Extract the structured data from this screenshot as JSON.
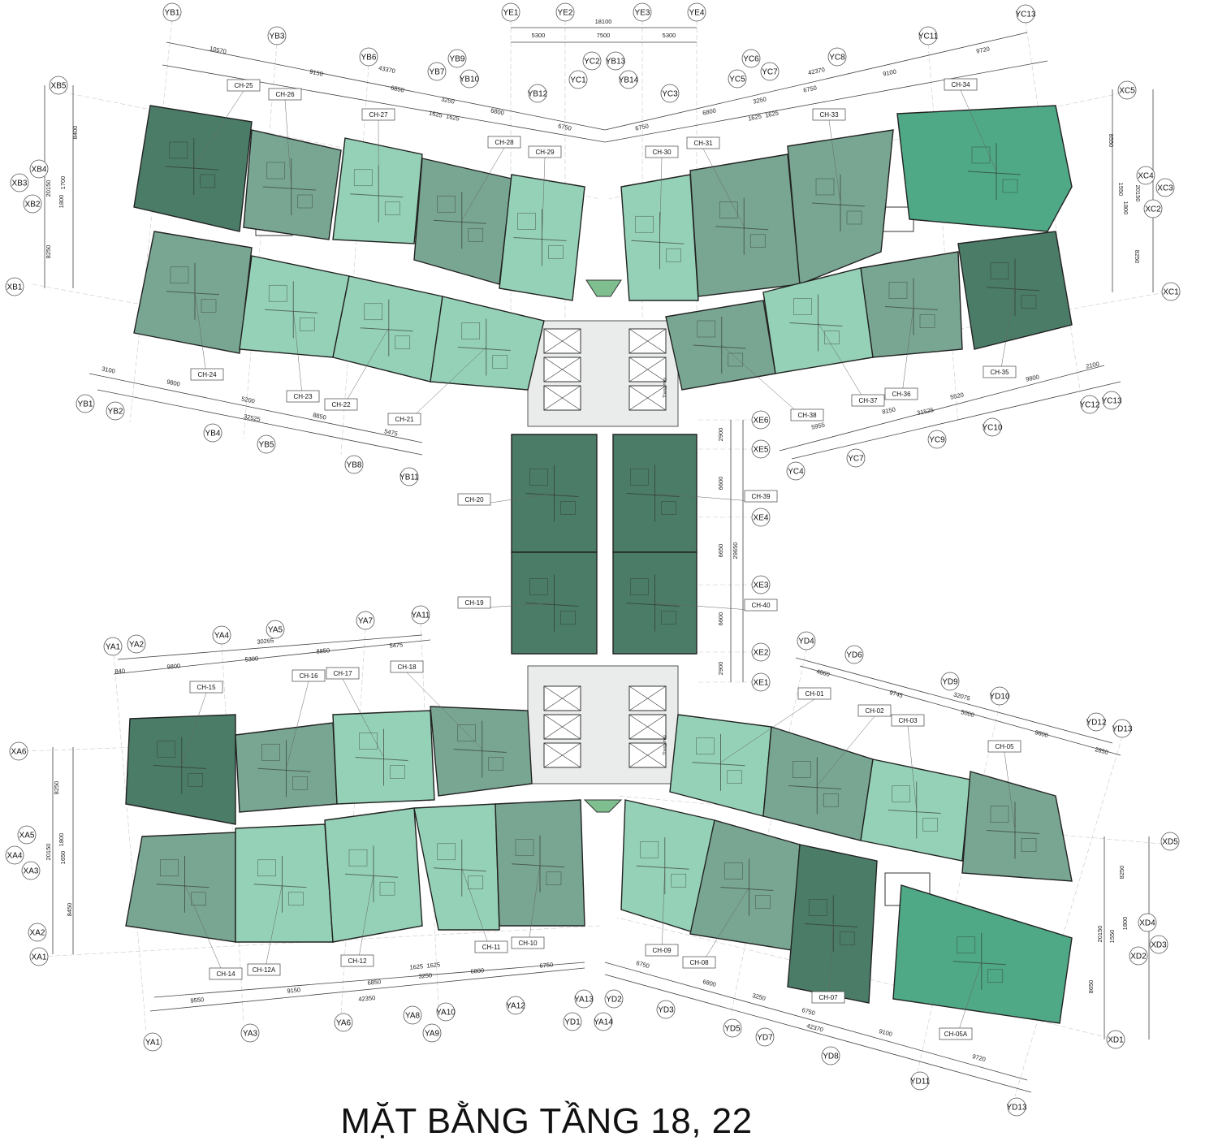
{
  "title": "MẶT BẰNG TẦNG 18, 22",
  "palette": {
    "dark": "#4b7c68",
    "mid": "#79a693",
    "light": "#95d1b7",
    "bright": "#4fa986",
    "core": "#e9ecea",
    "corridor": "#ffffff",
    "landscape": "#7fbf8f",
    "line": "#333333"
  },
  "units": [
    {
      "label": "CH-25",
      "tone": "dark"
    },
    {
      "label": "CH-26",
      "tone": "mid"
    },
    {
      "label": "CH-27",
      "tone": "light"
    },
    {
      "label": "CH-28",
      "tone": "mid"
    },
    {
      "label": "CH-29",
      "tone": "light"
    },
    {
      "label": "CH-24",
      "tone": "mid"
    },
    {
      "label": "CH-23",
      "tone": "light"
    },
    {
      "label": "CH-22",
      "tone": "light"
    },
    {
      "label": "CH-21",
      "tone": "light"
    },
    {
      "label": "CH-30",
      "tone": "light"
    },
    {
      "label": "CH-31",
      "tone": "mid"
    },
    {
      "label": "CH-33",
      "tone": "mid"
    },
    {
      "label": "CH-34",
      "tone": "bright"
    },
    {
      "label": "CH-38",
      "tone": "mid"
    },
    {
      "label": "CH-37",
      "tone": "light"
    },
    {
      "label": "CH-36",
      "tone": "mid"
    },
    {
      "label": "CH-35",
      "tone": "dark"
    },
    {
      "label": "CH-20",
      "tone": "dark"
    },
    {
      "label": "CH-19",
      "tone": "dark"
    },
    {
      "label": "CH-39",
      "tone": "dark"
    },
    {
      "label": "CH-40",
      "tone": "dark"
    },
    {
      "label": "CH-15",
      "tone": "dark"
    },
    {
      "label": "CH-16",
      "tone": "mid"
    },
    {
      "label": "CH-17",
      "tone": "light"
    },
    {
      "label": "CH-18",
      "tone": "mid"
    },
    {
      "label": "CH-14",
      "tone": "mid"
    },
    {
      "label": "CH-12A",
      "tone": "light"
    },
    {
      "label": "CH-12",
      "tone": "light"
    },
    {
      "label": "CH-11",
      "tone": "light"
    },
    {
      "label": "CH-10",
      "tone": "mid"
    },
    {
      "label": "CH-01",
      "tone": "light"
    },
    {
      "label": "CH-02",
      "tone": "mid"
    },
    {
      "label": "CH-03",
      "tone": "light"
    },
    {
      "label": "CH-05",
      "tone": "mid"
    },
    {
      "label": "CH-09",
      "tone": "light"
    },
    {
      "label": "CH-08",
      "tone": "mid"
    },
    {
      "label": "CH-07",
      "tone": "dark"
    },
    {
      "label": "CH-05A",
      "tone": "bright"
    }
  ],
  "grid_labels": [
    "YB1",
    "YB3",
    "YB6",
    "YB7",
    "YB9",
    "YB10",
    "YB12",
    "YE1",
    "YE2",
    "YE3",
    "YE4",
    "YC2",
    "YB13",
    "YC1",
    "YB14",
    "YC3",
    "YC6",
    "YC7",
    "YC5",
    "YC8",
    "YC11",
    "YC13",
    "XB5",
    "XB4",
    "XB3",
    "XB2",
    "XB1",
    "XC5",
    "XC4",
    "XC3",
    "XC2",
    "XC1",
    "YB1",
    "YB2",
    "YB4",
    "YB5",
    "YB8",
    "YB11",
    "YC12",
    "YC13",
    "YC10",
    "YC9",
    "YC7",
    "YC4",
    "XE6",
    "XE5",
    "XE4",
    "XE3",
    "XE2",
    "XE1",
    "YA1",
    "YA2",
    "YA4",
    "YA5",
    "YA7",
    "YA11",
    "YD4",
    "YD6",
    "YD9",
    "YD10",
    "YD12",
    "YD13",
    "XA6",
    "XA5",
    "XA4",
    "XA3",
    "XA2",
    "XA1",
    "XD5",
    "XD4",
    "XD3",
    "XD2",
    "XD1",
    "YA1",
    "YA3",
    "YA6",
    "YA8",
    "YA9",
    "YA10",
    "YA12",
    "YA13",
    "YD1",
    "YD2",
    "YA14",
    "YD3",
    "YD5",
    "YD7",
    "YD8",
    "YD11",
    "YD13"
  ],
  "dimensions": [
    "18100",
    "5300",
    "7500",
    "5300",
    "10570",
    "9150",
    "43370",
    "6850",
    "3250",
    "1625",
    "1625",
    "6800",
    "6750",
    "6750",
    "6800",
    "3250",
    "1625",
    "1625",
    "6750",
    "42370",
    "9100",
    "9720",
    "8400",
    "20150",
    "1700",
    "1800",
    "8250",
    "8550",
    "1550",
    "20150",
    "1800",
    "8250",
    "3100",
    "9800",
    "5200",
    "32525",
    "8850",
    "5475",
    "2100",
    "9800",
    "5520",
    "31525",
    "8150",
    "5955",
    "2900",
    "6600",
    "29650",
    "6650",
    "6600",
    "2900",
    "30265",
    "5475",
    "8850",
    "5300",
    "9800",
    "840",
    "4860",
    "9745",
    "32075",
    "5000",
    "9800",
    "2850",
    "8250",
    "1800",
    "20150",
    "1650",
    "8450",
    "8250",
    "1800",
    "1550",
    "20150",
    "8650",
    "9550",
    "9150",
    "6850",
    "42350",
    "1625",
    "1625",
    "3250",
    "6800",
    "6750",
    "6750",
    "6800",
    "3250",
    "6750",
    "42370",
    "9100",
    "9720"
  ],
  "core_labels": [
    "Thang máy",
    "Thang máy"
  ]
}
